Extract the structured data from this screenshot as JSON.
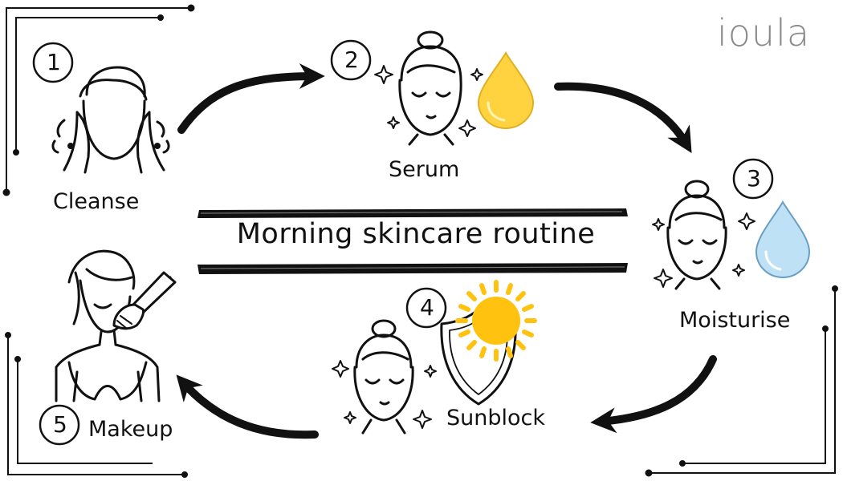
{
  "brand": "ioula",
  "title": "Morning skincare routine",
  "steps": [
    {
      "number": "1",
      "label": "Cleanse"
    },
    {
      "number": "2",
      "label": "Serum"
    },
    {
      "number": "3",
      "label": "Moisturise"
    },
    {
      "number": "4",
      "label": "Sunblock"
    },
    {
      "number": "5",
      "label": "Makeup"
    }
  ],
  "colors": {
    "ink": "#111111",
    "serum_drop": "#ffd23f",
    "moisture_drop": "#bfe1f6",
    "sun": "#ffc20e",
    "brand_grey": "#8a8a8a"
  },
  "icons": [
    "washing-face-icon",
    "serum-face-icon",
    "serum-drop-icon",
    "moisture-face-icon",
    "water-drop-icon",
    "sunblock-face-icon",
    "shield-icon",
    "sun-icon",
    "makeup-face-icon",
    "makeup-brush-icon",
    "sparkle-icon",
    "curved-arrow-icon"
  ]
}
